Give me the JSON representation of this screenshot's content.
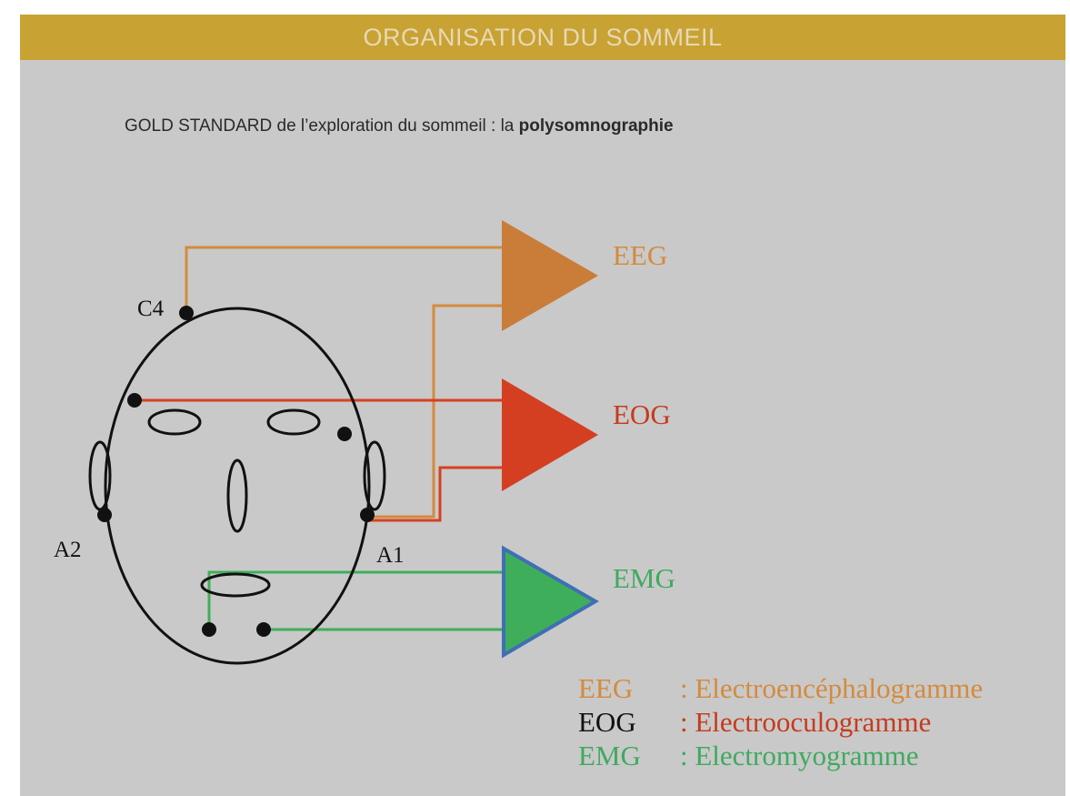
{
  "header": {
    "title": "ORGANISATION DU SOMMEIL"
  },
  "subtitle": {
    "prefix": "GOLD STANDARD de l’exploration du sommeil : la ",
    "bold": "polysomnographie"
  },
  "diagram": {
    "electrodes": {
      "c4": "C4",
      "a2": "A2",
      "a1": "A1"
    },
    "amplifiers": {
      "eeg": "EEG",
      "eog": "EOG",
      "emg": "EMG"
    },
    "colors": {
      "eeg": "#d48a3e",
      "eog": "#d8401f",
      "emg": "#3fae5a",
      "emg_border": "#3f6fb5"
    }
  },
  "legend": [
    {
      "abbr": "EEG",
      "desc": ": Electroencéphalogramme",
      "abbr_color": "eeg",
      "desc_color": "eeg"
    },
    {
      "abbr": "EOG",
      "desc": ": Electrooculogramme",
      "abbr_color": "black",
      "desc_color": "eog"
    },
    {
      "abbr": "EMG",
      "desc": ": Electromyogramme",
      "abbr_color": "emg",
      "desc_color": "emg"
    }
  ]
}
